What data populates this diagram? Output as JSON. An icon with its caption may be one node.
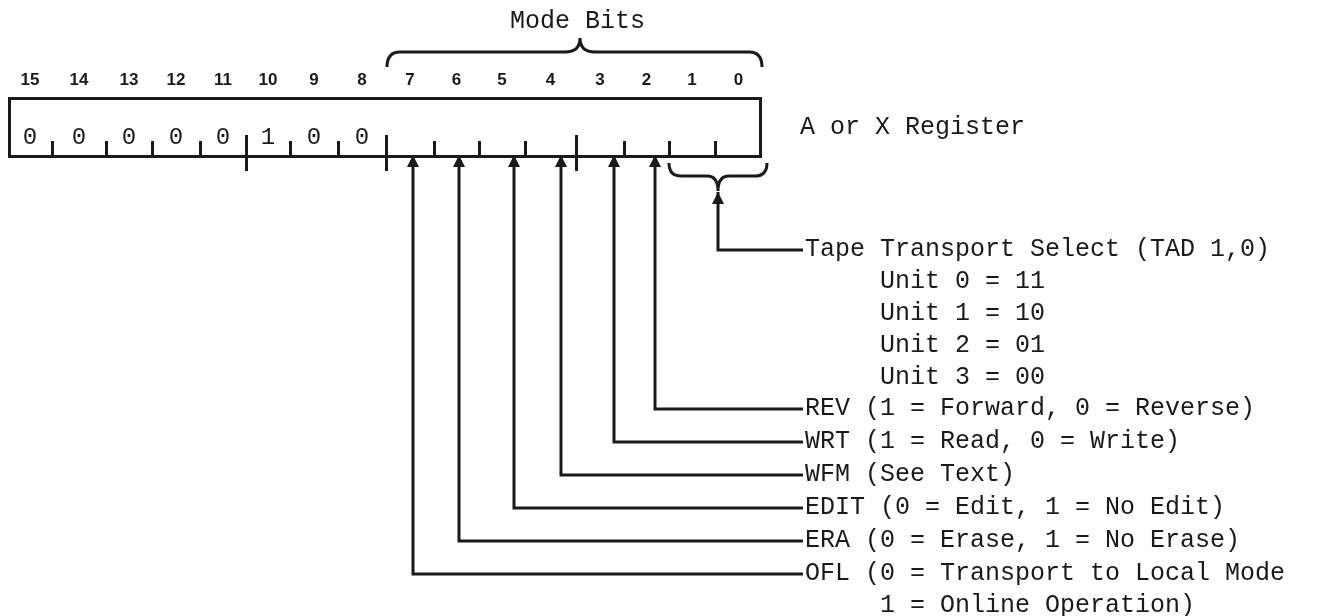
{
  "diagram": {
    "nodes": [
      {
        "text": [],
        "shape": "box",
        "beside": [
          "A or X Register"
        ]
      },
      {
        "text": [
          "0"
        ],
        "in": 0
      },
      {
        "text": [
          "0"
        ],
        "in": 0
      },
      {
        "text": [
          "0"
        ],
        "in": 0
      },
      {
        "text": [
          "0"
        ],
        "in": 0
      },
      {
        "text": [
          "0"
        ],
        "in": 0
      },
      {
        "text": [
          "1"
        ],
        "in": 0
      },
      {
        "text": [
          "0"
        ],
        "in": 0
      },
      {
        "text": [
          "0"
        ],
        "in": 0
      },
      {
        "text": [],
        "shape": "box",
        "in": 0
      },
      {
        "text": [],
        "shape": "box",
        "in": 0
      },
      {
        "text": [],
        "shape": "box",
        "in": 0
      },
      {
        "text": [],
        "shape": "box",
        "in": 0
      },
      {
        "text": [],
        "shape": "box",
        "in": 0
      },
      {
        "text": [],
        "shape": "box",
        "in": 0
      },
      {
        "text": [],
        "shape": "box",
        "in": 0
      },
      {
        "text": [],
        "shape": "box",
        "in": 0
      },
      {
        "text": [],
        "shape": "brace"
      },
      {
        "text": [
          "Tape Transport Select (TAD 1,0)",
          "Unit 0 = 11",
          "Unit 1 = 10",
          "Unit 2 = 01",
          "Unit 3 = 00"
        ]
      },
      {
        "text": [
          "REV (1 = Forward, 0 = Reverse)"
        ]
      },
      {
        "text": [
          "WRT (1 = Read, 0 = Write)"
        ]
      },
      {
        "text": [
          "WFM (See Text)"
        ]
      },
      {
        "text": [
          "EDIT (0 = Edit, 1 = No Edit)"
        ]
      },
      {
        "text": [
          "ERA (0 = Erase, 1 = No Erase)"
        ]
      },
      {
        "text": [
          "OFL (0 = Transport to Local Mode 1 = Online Operation)"
        ]
      }
    ],
    "edges": [
      {
        "from": 18,
        "to": 17,
        "arrow": "to"
      },
      {
        "from": 19,
        "to": 14,
        "arrow": "to"
      },
      {
        "from": 20,
        "to": 13,
        "arrow": "to"
      },
      {
        "from": 21,
        "to": 12,
        "arrow": "to"
      },
      {
        "from": 22,
        "to": 11,
        "arrow": "to"
      },
      {
        "from": 23,
        "to": 10,
        "arrow": "to"
      },
      {
        "from": 24,
        "to": 9,
        "arrow": "to"
      }
    ],
    "labels": [
      "Mode Bits",
      "15",
      "14",
      "13",
      "12",
      "11",
      "10",
      "9",
      "8",
      "7",
      "6",
      "5",
      "4",
      "3",
      "2",
      "1",
      "0"
    ]
  }
}
